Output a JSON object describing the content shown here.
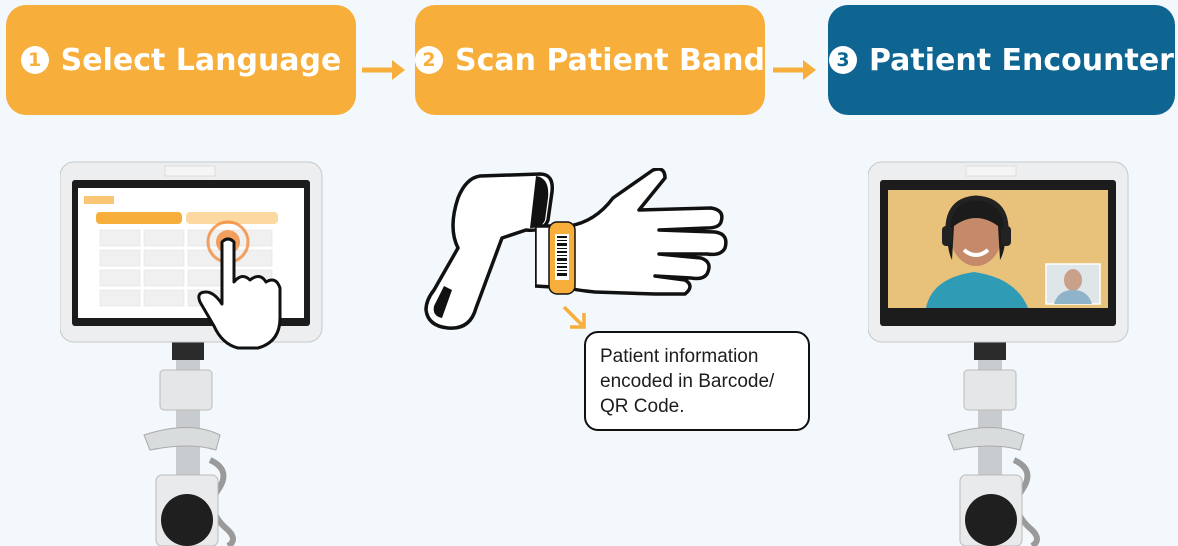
{
  "steps": [
    {
      "number": "1",
      "label": "Select Language",
      "color": "#f7ae3a"
    },
    {
      "number": "2",
      "label": "Scan Patient Band",
      "color": "#f7ae3a"
    },
    {
      "number": "3",
      "label": "Patient Encounter",
      "color": "#0f6591"
    }
  ],
  "callout": {
    "lines": [
      "Patient information",
      "encoded in Barcode/",
      "QR Code."
    ]
  },
  "icons": {
    "flow_arrow": "arrow-right-icon",
    "scanner": "barcode-scanner-icon",
    "hand": "hand-with-wristband-icon",
    "touch": "hand-pointer-icon"
  },
  "colors": {
    "accent_orange": "#f7ae3a",
    "accent_blue": "#0f6591",
    "background": "#f2f8fb"
  }
}
